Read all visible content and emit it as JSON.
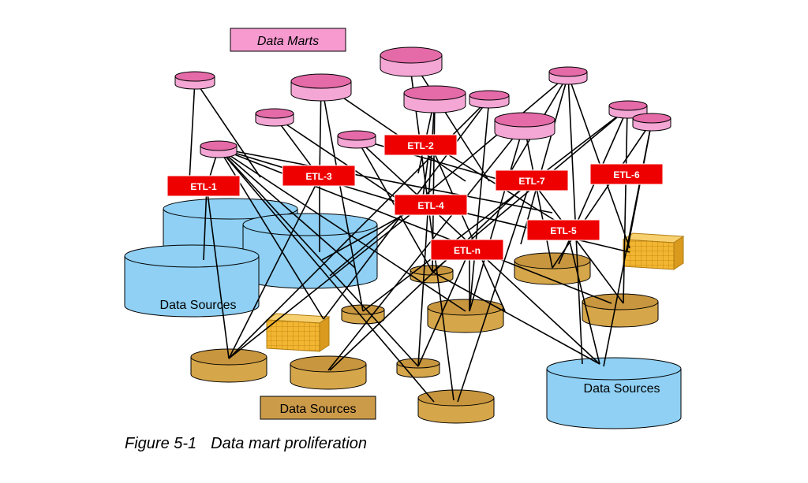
{
  "diagram": {
    "legend_marts_label": "Data Marts",
    "legend_sources_label": "Data Sources",
    "large_source_label": "Data Sources",
    "right_source_label": "Data Sources",
    "etl_labels": [
      "ETL-1",
      "ETL-3",
      "ETL-2",
      "ETL-4",
      "ETL-7",
      "ETL-6",
      "ETL-5",
      "ETL-n"
    ],
    "colors": {
      "mart_fill": "#f4a6d4",
      "mart_top": "#e46aa8",
      "etl_fill": "#ee0000",
      "source_blue": "#8fd0f4",
      "source_gold": "#d6a64a",
      "cube_gold": "#f2b632",
      "legend_pink": "#f69ad0",
      "legend_gold": "#cc9b4a"
    }
  },
  "caption": {
    "number": "Figure 5-1",
    "title": "Data mart proliferation"
  }
}
